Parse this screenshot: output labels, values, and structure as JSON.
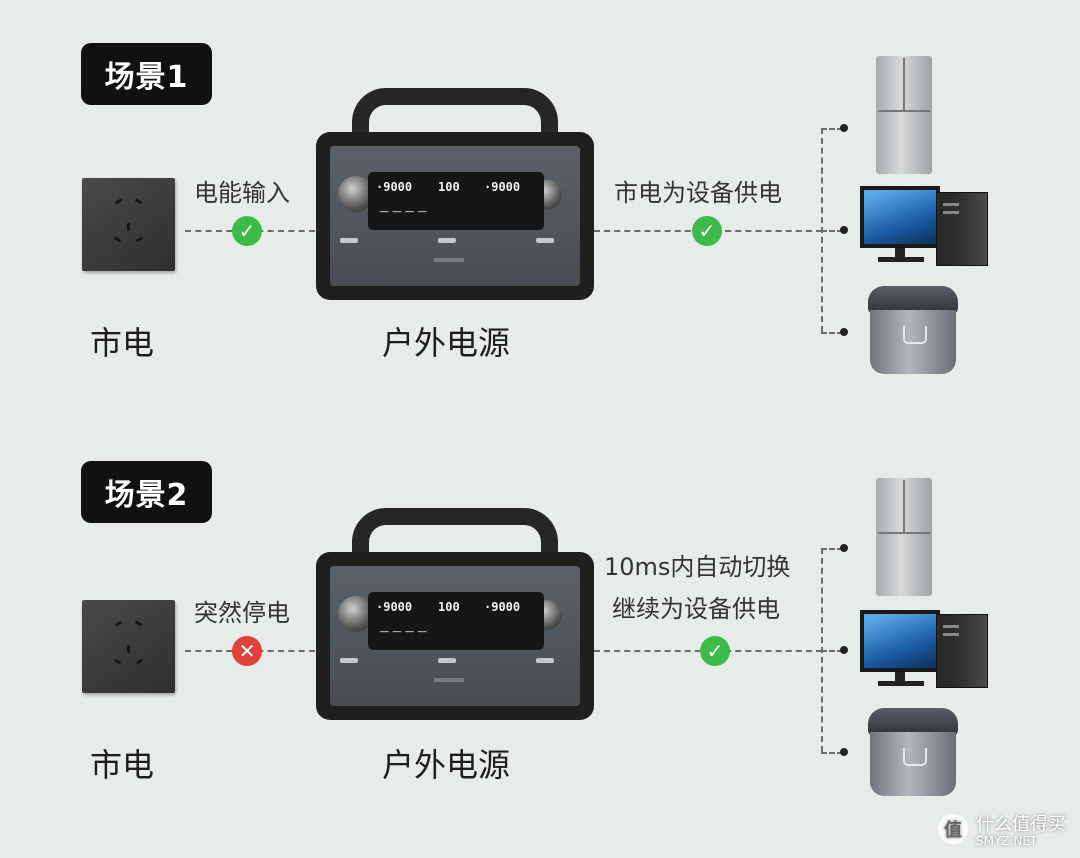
{
  "scenes": [
    {
      "badge": "场景1",
      "source_label": "市电",
      "input_label": "电能输入",
      "input_status": "ok",
      "station_label": "户外电源",
      "output_label_line1": "市电为设备供电",
      "output_label_line2": "",
      "output_status": "ok"
    },
    {
      "badge": "场景2",
      "source_label": "市电",
      "input_label": "突然停电",
      "input_status": "fail",
      "station_label": "户外电源",
      "output_label_line1": "10ms内自动切换",
      "output_label_line2": "继续为设备供电",
      "output_status": "ok"
    }
  ],
  "watermark": {
    "text": "什么值得买",
    "sub": "SMYZ.NET"
  },
  "colors": {
    "ok": "#3dbb4a",
    "fail": "#e0413a",
    "background": "#e8ece8"
  },
  "icons": {
    "ok": "check-icon",
    "fail": "cross-icon"
  }
}
